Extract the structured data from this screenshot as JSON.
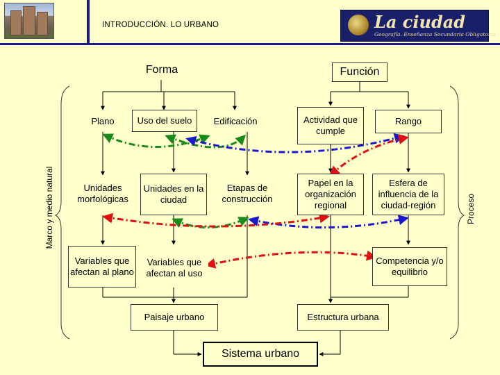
{
  "header": {
    "title": "INTRODUCCIÓN.  LO URBANO",
    "logo_name": "La ciudad",
    "logo_subtitle": "Geografía. Enseñanza Secundaria Obligatoria"
  },
  "side_labels": {
    "left": "Marco y medio natural",
    "right": "Proceso"
  },
  "nodes": {
    "forma": "Forma",
    "funcion": "Función",
    "plano": "Plano",
    "uso_suelo": "Uso del suelo",
    "edificacion": "Edificación",
    "actividad": "Actividad que cumple",
    "rango": "Rango",
    "unidades_morfologicas": "Unidades morfológicas",
    "unidades_ciudad": "Unidades en la ciudad",
    "etapas": "Etapas de construcción",
    "papel": "Papel en la organización regional",
    "esfera": "Esfera de influencia de la ciudad-región",
    "variables_plano": "Variables que afectan al plano",
    "variables_uso": "Variables que afectan al uso",
    "competencia": "Competencia y/o equilibrio",
    "paisaje": "Paisaje urbano",
    "estructura": "Estructura urbana",
    "sistema": "Sistema urbano"
  },
  "colors": {
    "header_bar": "#1a1a8a",
    "background": "#ffffcc",
    "arrow_green": "#1a8a1a",
    "arrow_blue": "#1a1acc",
    "arrow_red": "#dd1111"
  }
}
